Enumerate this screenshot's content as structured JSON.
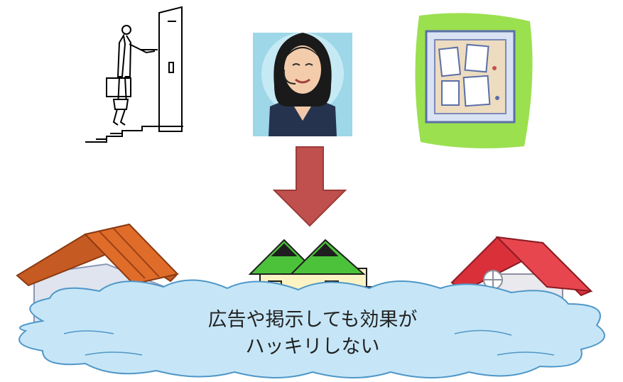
{
  "illustrations": {
    "left": "salesman-at-door",
    "center": "call-center-operator",
    "right": "bulletin-board",
    "arrow": "down-arrow",
    "houses": [
      "brown-roof-house",
      "green-roof-houses",
      "red-roof-house"
    ]
  },
  "colors": {
    "arrow": "#c0504d",
    "cloud_fill": "#c6e6f7",
    "cloud_stroke": "#4f97c8",
    "operator_bg": "#9dd7e8",
    "board_bg": "#9be04f"
  },
  "cloud": {
    "line1": "広告や掲示しても効果が",
    "line2": "ハッキリしない"
  }
}
